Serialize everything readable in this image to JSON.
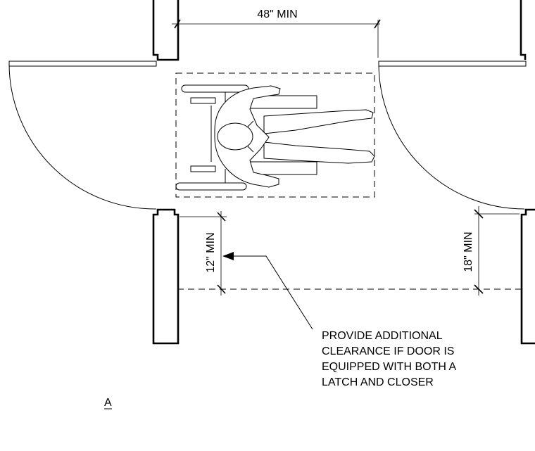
{
  "dimensions": {
    "width_label": "48\" MIN",
    "left_clearance_label": "12\" MIN",
    "right_clearance_label": "18\" MIN"
  },
  "note": {
    "lines": [
      "PROVIDE ADDITIONAL",
      "CLEARANCE IF DOOR IS",
      "EQUIPPED WITH BOTH A",
      "LATCH AND CLOSER"
    ]
  },
  "figure_label": "A"
}
